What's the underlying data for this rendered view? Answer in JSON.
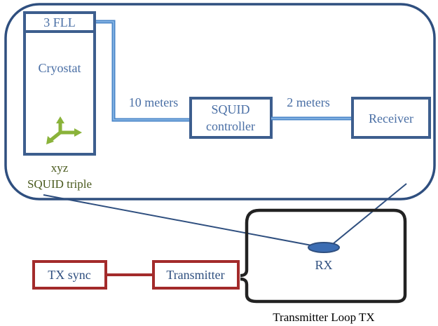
{
  "labels": {
    "fll": "3 FLL",
    "cryostat": "Cryostat",
    "xyz": "xyz",
    "squid_triple": "SQUID triple",
    "cable_10m": "10 meters",
    "squid_line1": "SQUID",
    "squid_line2": "controller",
    "cable_2m": "2 meters",
    "receiver": "Receiver",
    "rx": "RX",
    "tx_sync": "TX sync",
    "transmitter": "Transmitter",
    "tx_loop": "Transmitter Loop TX"
  },
  "colors": {
    "frame": "#2f4f7f",
    "box_border": "#3d5e8e",
    "cable": "#4a86c8",
    "cable_light": "#6fa3dc",
    "red_border": "#a32b2b",
    "loop": "#222222",
    "rx_fill": "#3c6db3",
    "axes_green": "#8ab33a"
  },
  "icons": {
    "axes": "xyz-axes-icon"
  }
}
